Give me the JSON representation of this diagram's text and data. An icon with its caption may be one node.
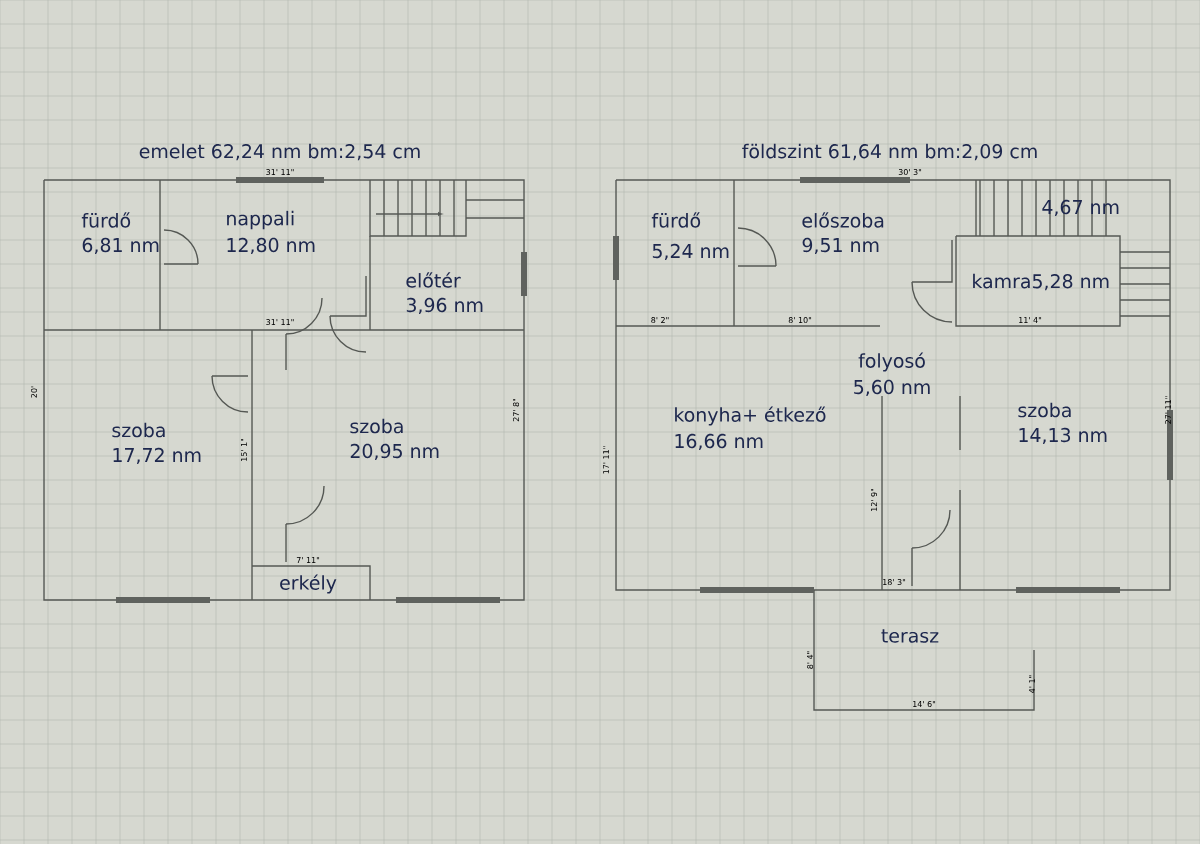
{
  "diagram": {
    "labels": [
      "emelet 62,24 nm bm:2,54 cm",
      "földszint 61,64 nm bm:2,09 cm",
      "31' 11\"",
      "30' 3\"",
      "fürdő",
      "6,81 nm",
      "nappali",
      "12,80 nm",
      "fürdő",
      "5,24 nm",
      "előszoba",
      "9,51 nm",
      "4,67 nm",
      "előtér",
      "3,96 nm",
      "kamra5,28 nm",
      "31' 11\"",
      "8' 2\"",
      "8' 10\"",
      "11' 4\"",
      "20'",
      "folyosó",
      "5,60 nm",
      "szoba",
      "17,72 nm",
      "15' 1\"",
      "szoba",
      "20,95 nm",
      "27' 8\"",
      "17' 11\"",
      "konyha+ étkező",
      "16,66 nm",
      "12' 9\"",
      "szoba",
      "14,13 nm",
      "27' 11\"",
      "7' 11\"",
      "erkély",
      "18' 3\"",
      "terasz",
      "8' 4\"",
      "4' 1\"",
      "14' 6\""
    ]
  }
}
